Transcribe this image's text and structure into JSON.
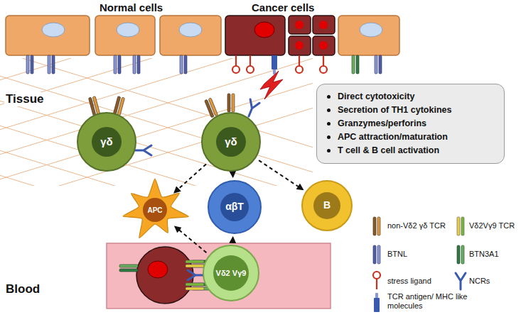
{
  "diagram": {
    "nodes": [
      {
        "text": [
          "γδ"
        ]
      },
      {
        "text": [
          "γδ"
        ]
      },
      {
        "text": [
          "Direct cytotoxicity",
          "Secretion of TH1 cytokines",
          "Granzymes/perforins",
          "APC attraction/maturation",
          "T cell & B cell activation"
        ]
      },
      {
        "text": [
          "APC"
        ]
      },
      {
        "text": [
          "αβT"
        ]
      },
      {
        "text": [
          "B"
        ]
      },
      {
        "text": [
          "Vδ2 Vγ9"
        ]
      }
    ],
    "edges": [
      {
        "from": 1,
        "to": 3,
        "arrow": "to"
      },
      {
        "from": 1,
        "to": 4,
        "arrow": "to"
      },
      {
        "from": 1,
        "to": 5,
        "arrow": "to"
      },
      {
        "from": 6,
        "to": 3,
        "arrow": "to"
      },
      {
        "from": 6,
        "to": 4,
        "arrow": "to"
      }
    ],
    "labels": [
      "Normal cells",
      "Cancer cells",
      "Tissue",
      "Blood"
    ],
    "legend": [
      {
        "text": "non-Vδ2 γδ TCR"
      },
      {
        "text": "Vδ2Vγ9 TCR"
      },
      {
        "text": "BTNL"
      },
      {
        "text": "BTN3A1"
      },
      {
        "text": "stress ligand"
      },
      {
        "text": "NCRs"
      },
      {
        "text": "TCR antigen/ MHC like molecules"
      }
    ]
  }
}
